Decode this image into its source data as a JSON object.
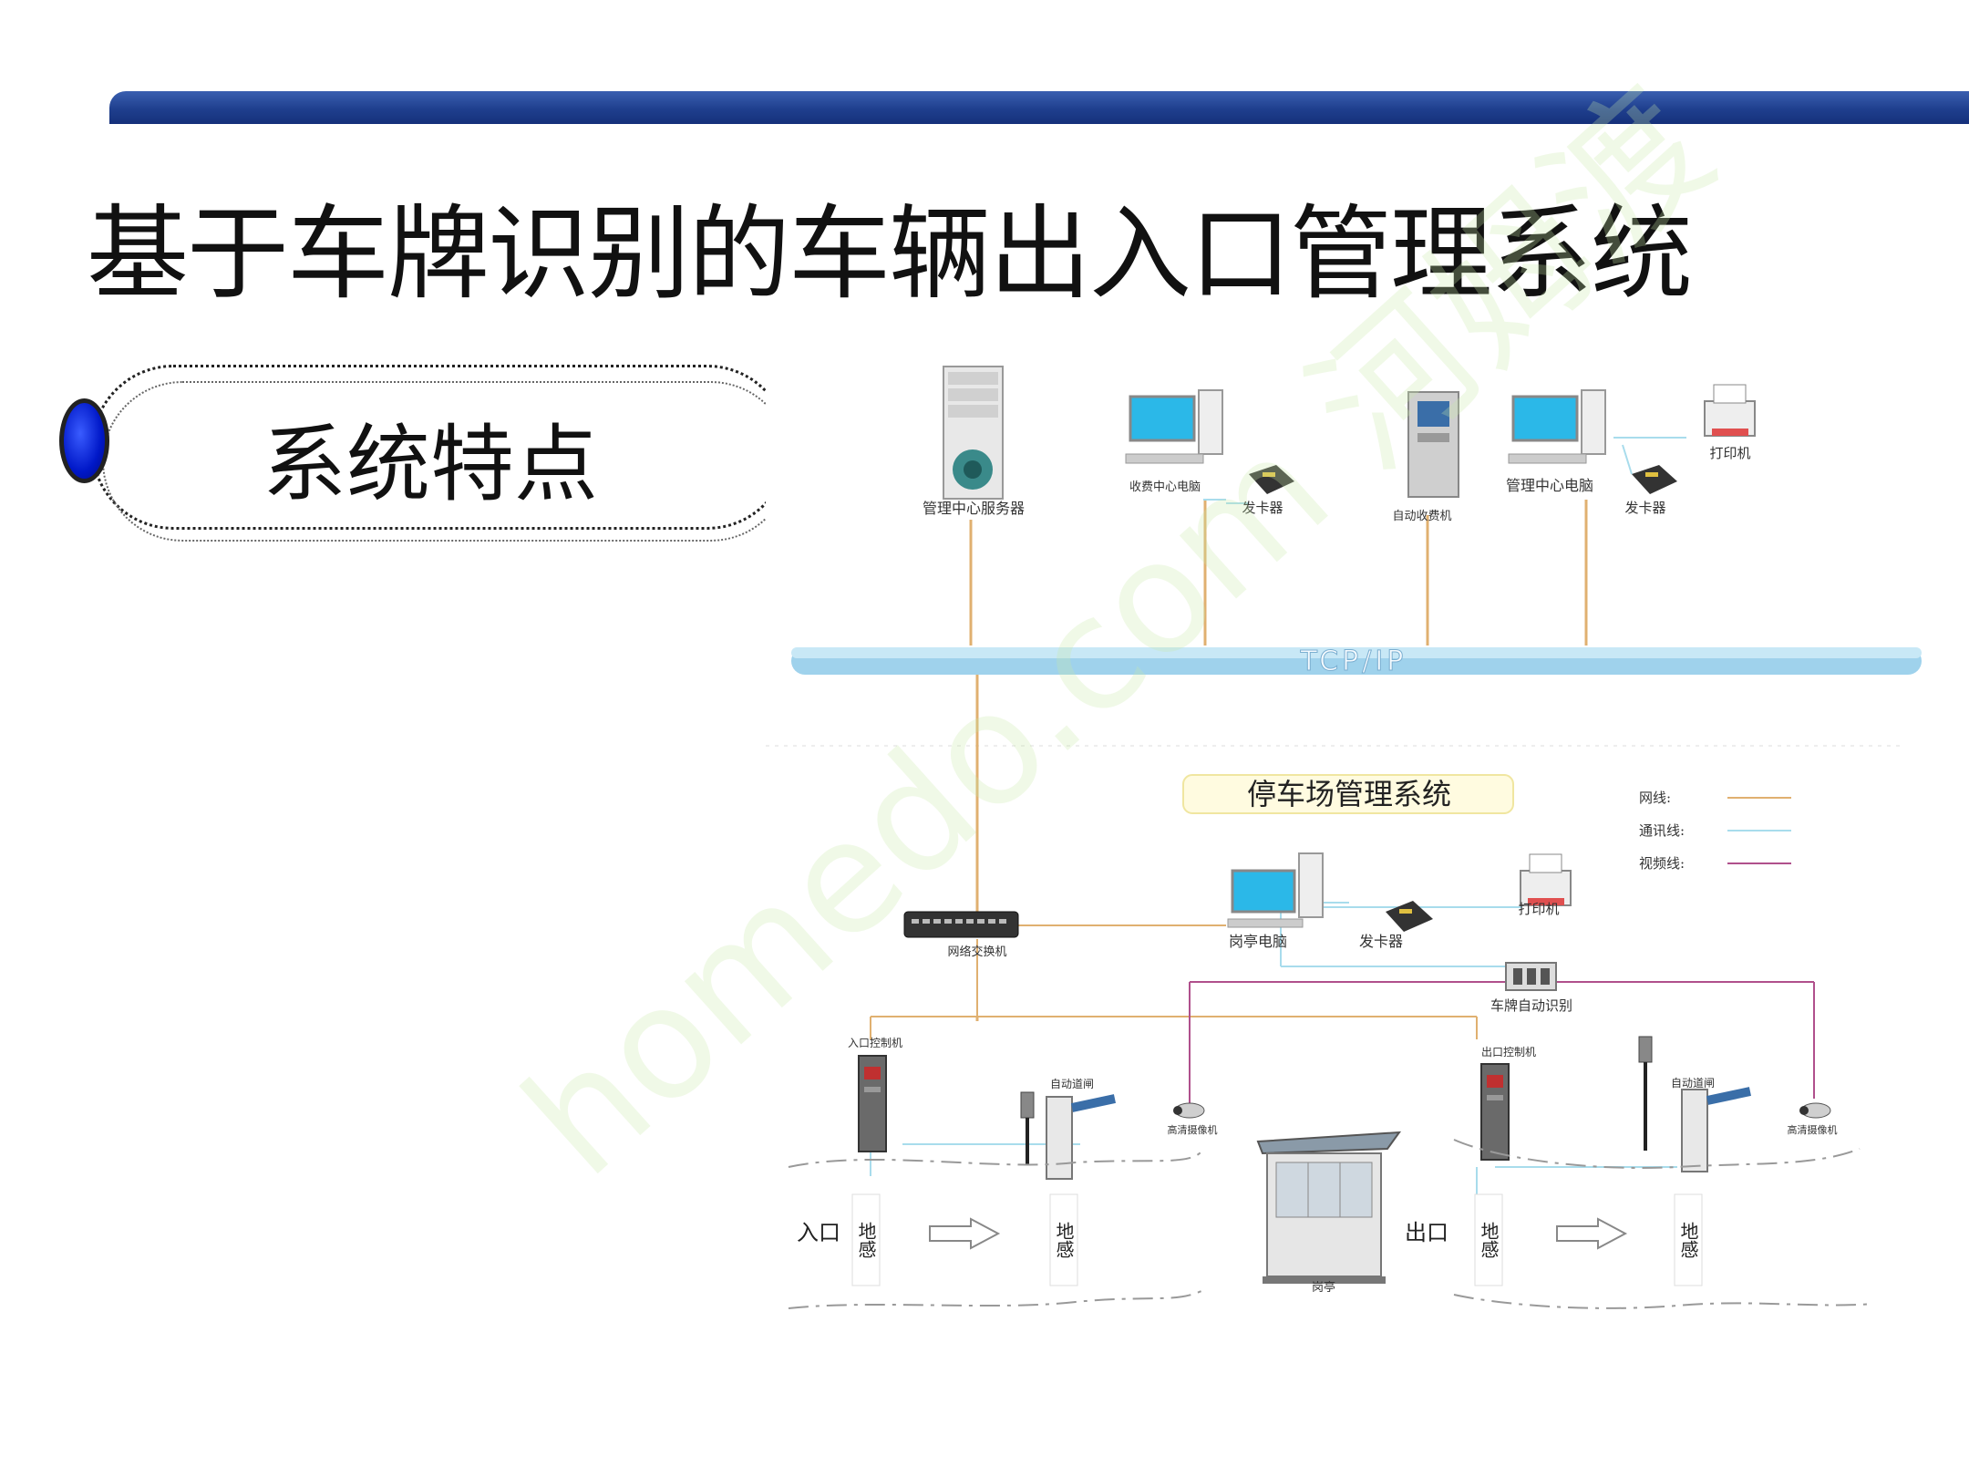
{
  "title": "基于车牌识别的车辆出入口管理系统",
  "section_label": "系统特点",
  "network": {
    "backbone": "TCP/IP"
  },
  "devices_top": {
    "server": "管理中心服务器",
    "toll_pc": "收费中心电脑",
    "card_issuer_1": "发卡器",
    "auto_toll": "自动收费机",
    "mgmt_pc": "管理中心电脑",
    "card_issuer_2": "发卡器",
    "printer_1": "打印机"
  },
  "parking": {
    "system_title": "停车场管理系统",
    "switch": "网络交换机",
    "booth_pc": "岗亭电脑",
    "card_issuer": "发卡器",
    "printer": "打印机",
    "plate_recognition": "车牌自动识别",
    "entry_controller": "入口控制机",
    "entry_barrier": "自动道闸",
    "entry_camera": "高清摄像机",
    "exit_controller": "出口控制机",
    "exit_barrier": "自动道闸",
    "exit_camera": "高清摄像机",
    "entrance": "入口",
    "exit": "出口",
    "loop_1": "地感",
    "loop_2": "地感",
    "loop_3": "地感",
    "loop_4": "地感",
    "booth": "岗亭"
  },
  "legend": [
    {
      "label": "网线:",
      "color": "#e0b070"
    },
    {
      "label": "通讯线:",
      "color": "#a8dcec"
    },
    {
      "label": "视频线:",
      "color": "#b0508c"
    }
  ],
  "watermark": "homedo.com 河姆渡"
}
